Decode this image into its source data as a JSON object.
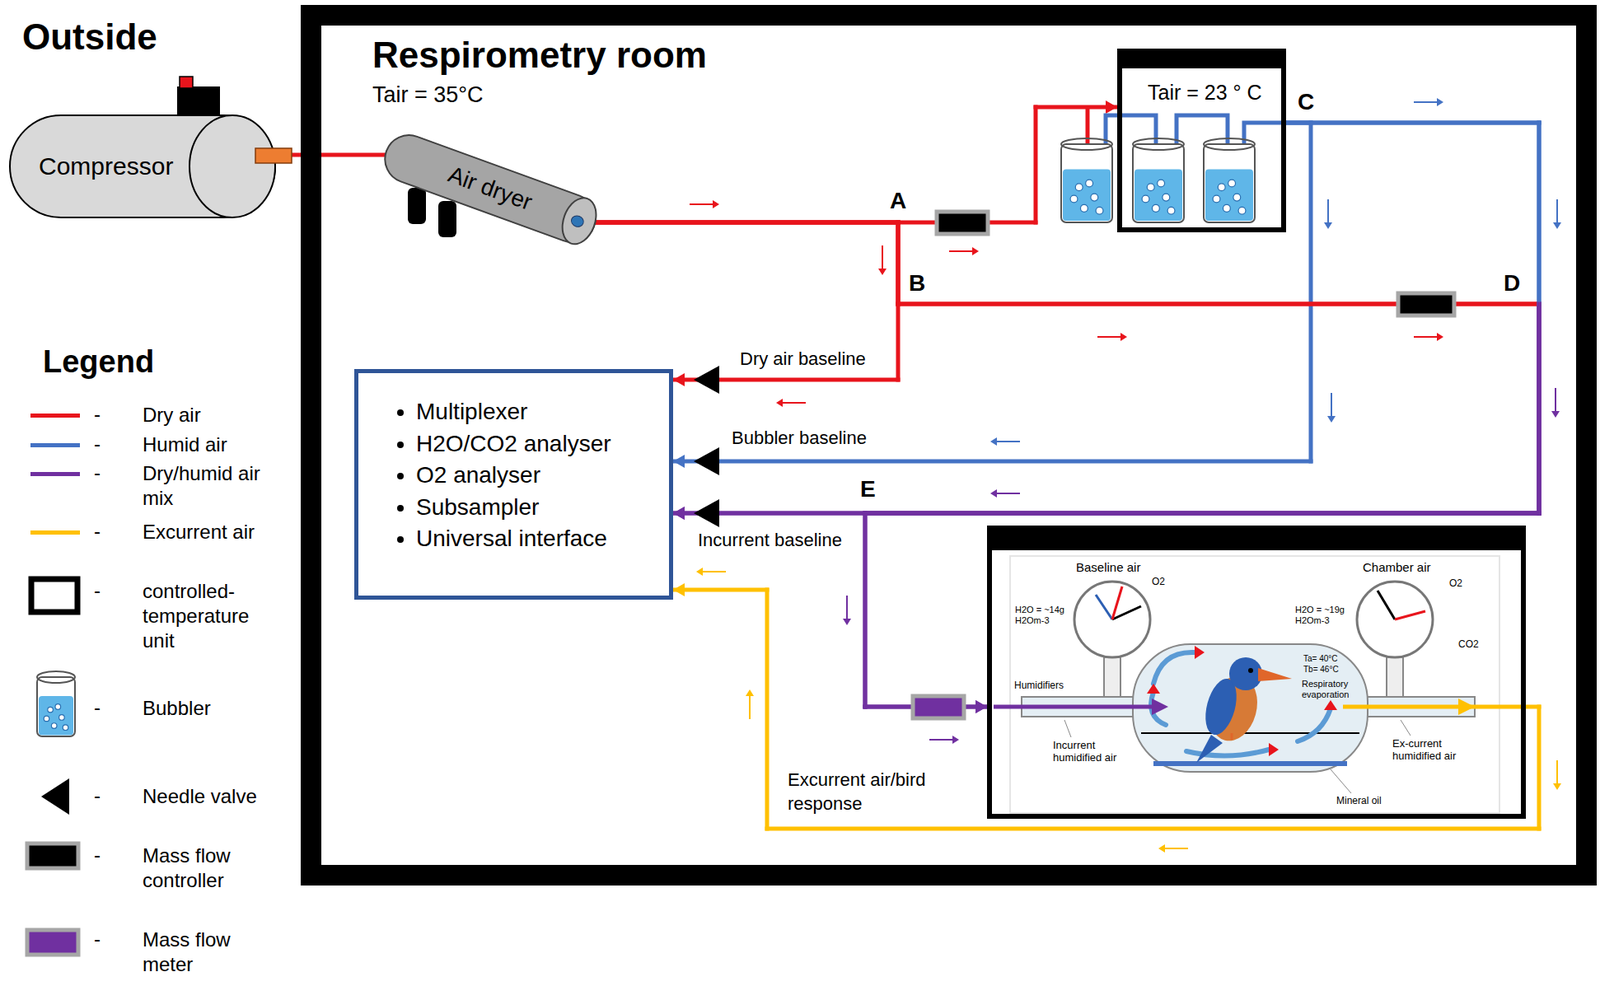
{
  "diagram": {
    "nodes": [
      {
        "text": [
          "Compressor"
        ]
      },
      {
        "text": [
          "Respirometry room",
          "Tair = 35°C"
        ]
      },
      {
        "text": [
          "Air dryer"
        ],
        "in": 1
      },
      {
        "text": [
          "Tair = 23 ° C"
        ],
        "in": 1
      },
      {
        "text": [
          "Multiplexer",
          "H2O/CO2 analyser",
          "O2 analyser",
          "Subsampler",
          "Universal interface"
        ],
        "in": 1
      },
      {
        "text": [
          "Baseline air",
          "Chamber air",
          "H2O = ~14g H2Om-3",
          "O2",
          "H2O = ~19g H2Om-3",
          "O2",
          "CO2",
          "Ta= 40°C",
          "Tb= 46°C",
          "Respiratory evaporation",
          "Humidifiers",
          "Incurrent humidified air",
          "Ex-current humidified air",
          "Mineral oil"
        ],
        "in": 1
      }
    ],
    "edges": [
      {
        "from": 0,
        "to": 2,
        "arrow": "none"
      },
      {
        "from": 2,
        "to": 3,
        "arrow": "to"
      },
      {
        "from": 2,
        "to": 4,
        "label": "Dry air baseline",
        "arrow": "to"
      },
      {
        "from": 3,
        "to": 4,
        "label": "Bubbler baseline",
        "arrow": "to"
      },
      {
        "from": 2,
        "to": 4,
        "label": "Incurrent baseline",
        "arrow": "to"
      },
      {
        "from": 3,
        "to": 4,
        "arrow": "to"
      },
      {
        "from": 2,
        "to": 5,
        "arrow": "to"
      },
      {
        "from": 3,
        "to": 5,
        "arrow": "to"
      },
      {
        "from": 5,
        "to": 4,
        "label": "Excurrent air/bird response",
        "arrow": "to"
      }
    ],
    "labels": [
      "Outside",
      "Legend",
      "-",
      "-",
      "-",
      "-",
      "-",
      "-",
      "-",
      "-",
      "-",
      "A",
      "B",
      "C",
      "D",
      "E"
    ],
    "legend": [
      {
        "text": "Dry air",
        "color": "#e8141c"
      },
      {
        "text": "Humid air",
        "color": "#4472c4"
      },
      {
        "text": "Dry/humid air mix",
        "color": "#7030a0"
      },
      {
        "text": "Excurrent air",
        "color": "#ffc000"
      },
      {
        "text": "controlled-temperature unit"
      },
      {
        "text": "Bubbler"
      },
      {
        "text": "Needle valve"
      },
      {
        "text": "Mass flow controller"
      },
      {
        "text": "Mass flow meter"
      }
    ]
  }
}
